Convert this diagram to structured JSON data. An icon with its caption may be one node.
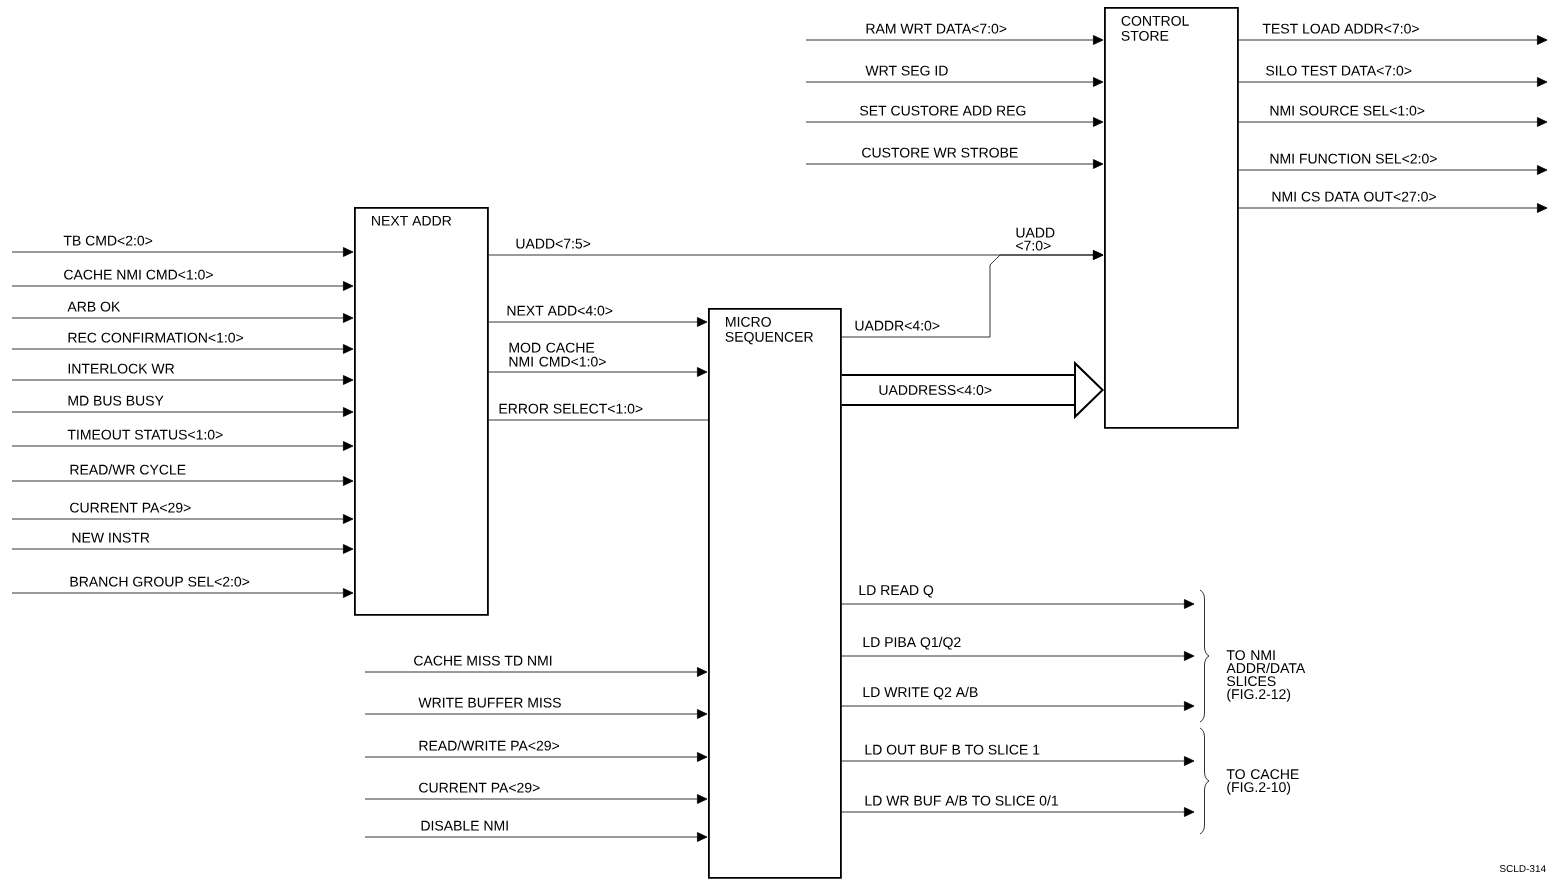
{
  "diagram": {
    "nodes": [
      {
        "text": [
          "NEXT ADDR"
        ]
      },
      {
        "text": [
          "MICRO SEQUENCER"
        ]
      },
      {
        "text": [
          "CONTROL STORE"
        ]
      }
    ],
    "edges": [
      {
        "from": null,
        "to": 0,
        "arrow": "to",
        "label": "TB CMD<2:0>"
      },
      {
        "from": null,
        "to": 0,
        "arrow": "to",
        "label": "CACHE NMI CMD<1:0>"
      },
      {
        "from": null,
        "to": 0,
        "arrow": "to",
        "label": "ARB OK"
      },
      {
        "from": null,
        "to": 0,
        "arrow": "to",
        "label": "REC CONFIRMATION<1:0>"
      },
      {
        "from": null,
        "to": 0,
        "arrow": "to",
        "label": "INTERLOCK WR"
      },
      {
        "from": null,
        "to": 0,
        "arrow": "to",
        "label": "MD BUS BUSY"
      },
      {
        "from": null,
        "to": 0,
        "arrow": "to",
        "label": "TIMEOUT STATUS<1:0>"
      },
      {
        "from": null,
        "to": 0,
        "arrow": "to",
        "label": "READ/WR CYCLE"
      },
      {
        "from": null,
        "to": 0,
        "arrow": "to",
        "label": "CURRENT PA<29>"
      },
      {
        "from": null,
        "to": 0,
        "arrow": "to",
        "label": "NEW INSTR"
      },
      {
        "from": null,
        "to": 0,
        "arrow": "to",
        "label": "BRANCH GROUP SEL<2:0>"
      },
      {
        "from": 0,
        "to": 2,
        "arrow": "to",
        "label": "UADD<7:5>"
      },
      {
        "from": 0,
        "to": 1,
        "arrow": "to",
        "label": "NEXT ADD<4:0>"
      },
      {
        "from": 0,
        "to": 1,
        "arrow": "to",
        "label": "MOD CACHE NMI CMD<1:0>"
      },
      {
        "from": 0,
        "to": 1,
        "arrow": "none",
        "label": "ERROR SELECT<1:0>"
      },
      {
        "from": 1,
        "to": 2,
        "arrow": "to",
        "label": "UADDR<4:0>"
      },
      {
        "from": 1,
        "to": 2,
        "arrow": "to",
        "label": "UADDRESS<4:0>",
        "style": "thick"
      },
      {
        "from": null,
        "to": 2,
        "arrow": "to",
        "label": "RAM WRT DATA<7:0>"
      },
      {
        "from": null,
        "to": 2,
        "arrow": "to",
        "label": "WRT SEG ID"
      },
      {
        "from": null,
        "to": 2,
        "arrow": "to",
        "label": "SET CUSTORE ADD REG"
      },
      {
        "from": null,
        "to": 2,
        "arrow": "to",
        "label": "CUSTORE WR STROBE"
      },
      {
        "from": 2,
        "to": null,
        "arrow": "to",
        "label": "TEST LOAD ADDR<7:0>"
      },
      {
        "from": 2,
        "to": null,
        "arrow": "to",
        "label": "SILO TEST DATA<7:0>"
      },
      {
        "from": 2,
        "to": null,
        "arrow": "to",
        "label": "NMI SOURCE SEL<1:0>"
      },
      {
        "from": 2,
        "to": null,
        "arrow": "to",
        "label": "NMI FUNCTION SEL<2:0>"
      },
      {
        "from": 2,
        "to": null,
        "arrow": "to",
        "label": "NMI CS DATA OUT<27:0>"
      },
      {
        "from": null,
        "to": 1,
        "arrow": "to",
        "label": "CACHE MISS TD NMI"
      },
      {
        "from": null,
        "to": 1,
        "arrow": "to",
        "label": "WRITE BUFFER MISS"
      },
      {
        "from": null,
        "to": 1,
        "arrow": "to",
        "label": "READ/WRITE PA<29>"
      },
      {
        "from": null,
        "to": 1,
        "arrow": "to",
        "label": "CURRENT PA<29>"
      },
      {
        "from": null,
        "to": 1,
        "arrow": "to",
        "label": "DISABLE NMI"
      },
      {
        "from": 1,
        "to": null,
        "arrow": "to",
        "label": "LD READ Q"
      },
      {
        "from": 1,
        "to": null,
        "arrow": "to",
        "label": "LD PIBA Q1/Q2"
      },
      {
        "from": 1,
        "to": null,
        "arrow": "to",
        "label": "LD WRITE Q2 A/B"
      },
      {
        "from": 1,
        "to": null,
        "arrow": "to",
        "label": "LD OUT BUF B TO SLICE 1"
      },
      {
        "from": 1,
        "to": null,
        "arrow": "to",
        "label": "LD WR BUF A/B TO SLICE 0/1"
      }
    ],
    "labels": [
      "UADD <7:0>",
      "TO NMI ADDR/DATA SLICES (FIG.2-12)",
      "TO CACHE (FIG.2-10)",
      "SCLD-314"
    ]
  }
}
